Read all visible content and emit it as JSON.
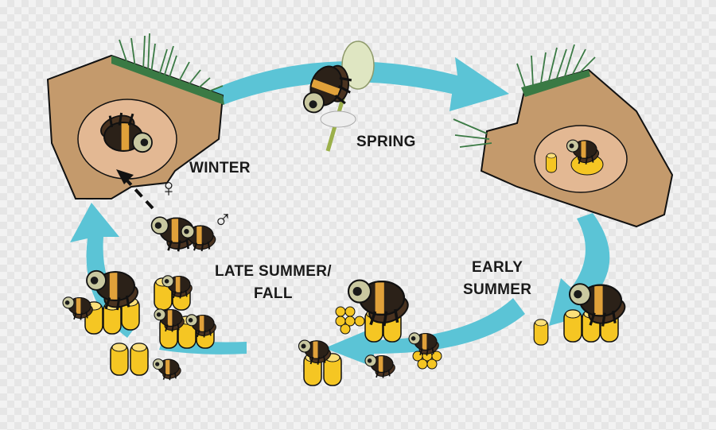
{
  "labels": {
    "winter": "WINTER",
    "spring": "SPRING",
    "early_summer": [
      "EARLY",
      "SUMMER"
    ],
    "late_summer_fall": [
      "LATE SUMMER/",
      "FALL"
    ]
  },
  "symbols": {
    "female": "♀",
    "male": "♂"
  },
  "colors": {
    "arrow": "#5bc4d6",
    "soil": "#c49a6c",
    "chamber": "#e3b893",
    "grass": "#3a7a44",
    "comb": "#f5c623",
    "bee_body": "#2b2118",
    "bee_band": "#e0a13a",
    "bee_head": "#c9c8a0"
  }
}
